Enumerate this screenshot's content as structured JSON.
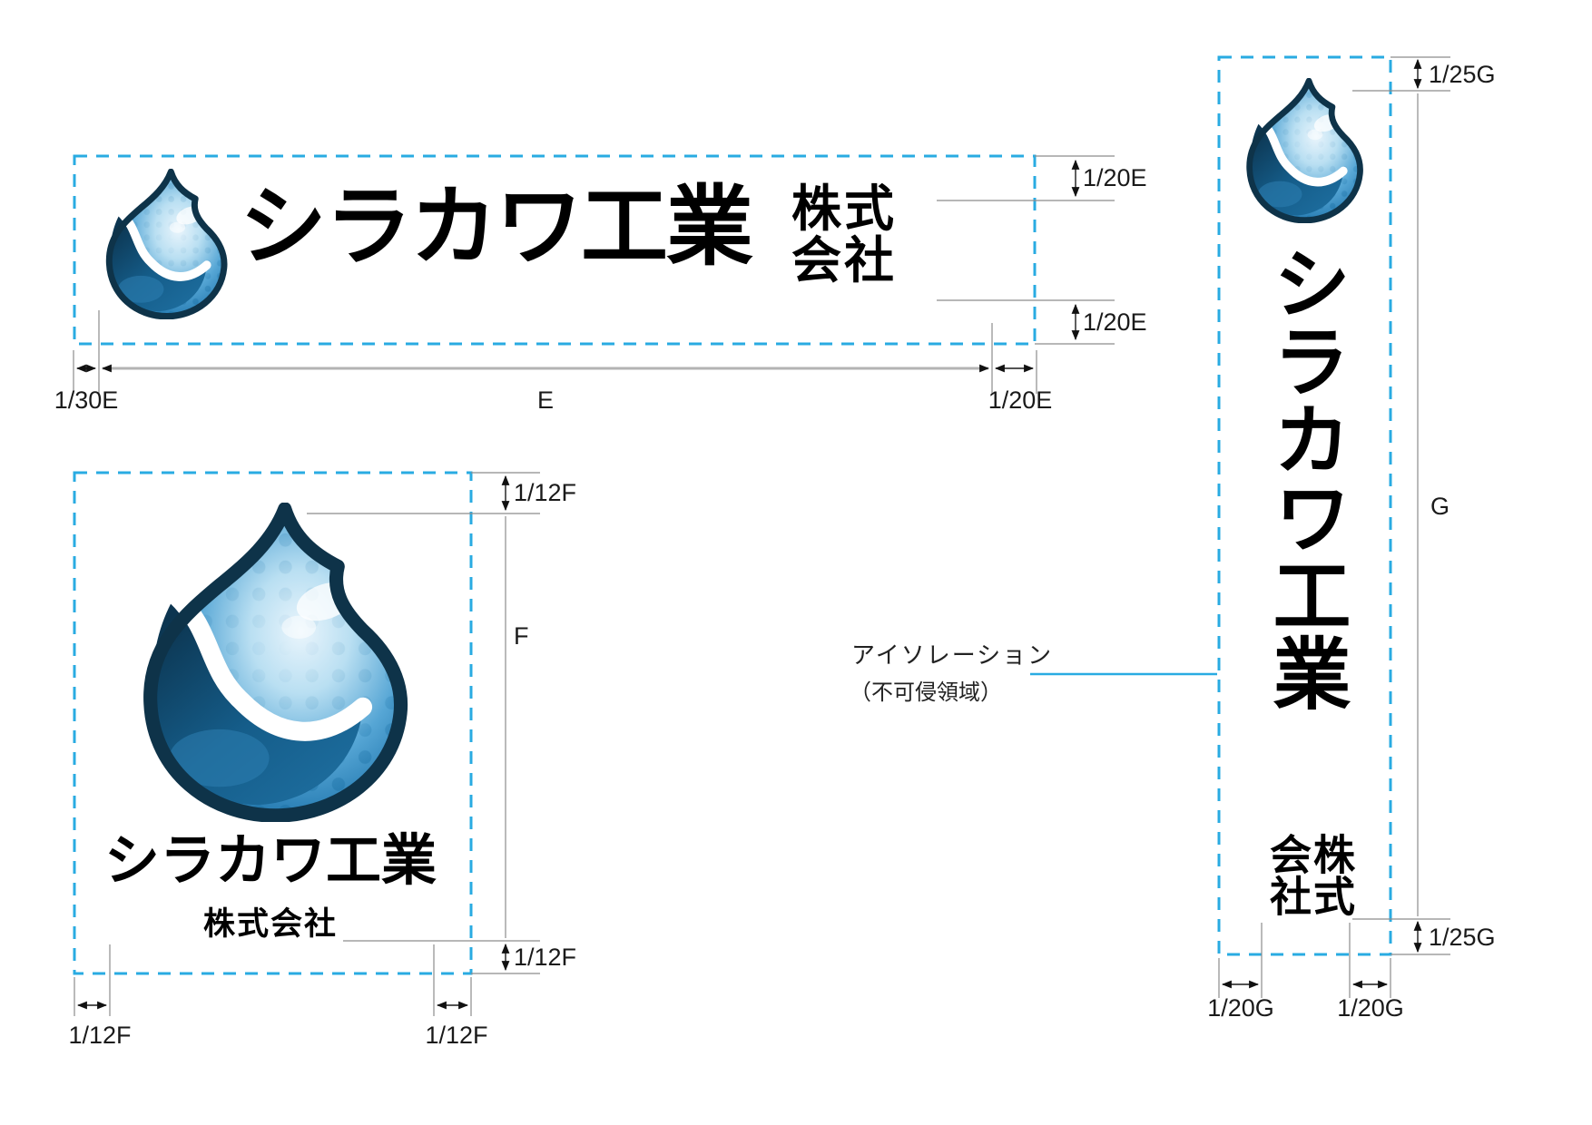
{
  "colors": {
    "isolation_border": "#29abe2",
    "callout_line": "#29abe2",
    "extension_line": "#8c8c8c",
    "width_line": "#b3b3b3",
    "arrow": "#1a1a1a",
    "label_text": "#1a1a1a",
    "logo_navy": "#0e3349",
    "logo_blue": "#2a7fb5"
  },
  "company": {
    "name": "シラカワ工業",
    "suffix": "株式会社"
  },
  "callout": {
    "line1": "アイソレーション",
    "line2": "（不可侵領域）"
  },
  "specs": {
    "horizontal": {
      "top_margin": "1/20E",
      "bottom_margin": "1/20E",
      "left_margin": "1/30E",
      "width_label": "E",
      "right_margin": "1/20E"
    },
    "stacked": {
      "top_margin": "1/12F",
      "height_label": "F",
      "bottom_margin": "1/12F",
      "left_margin": "1/12F",
      "right_margin": "1/12F"
    },
    "vertical": {
      "top_margin": "1/25G",
      "height_label": "G",
      "bottom_margin": "1/25G",
      "left_margin": "1/20G",
      "right_margin": "1/20G"
    }
  }
}
